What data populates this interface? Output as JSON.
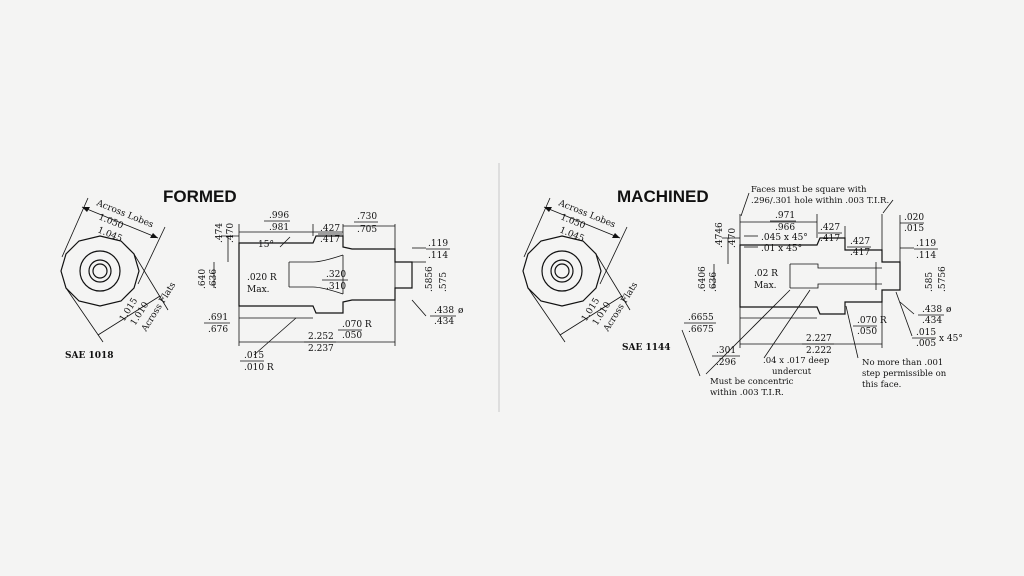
{
  "divider": true,
  "formed": {
    "heading": "FORMED",
    "material": "SAE 1018",
    "across_lobes": "Across Lobes",
    "lobes_hi": "1.050",
    "lobes_lo": "1.045",
    "across_flats": "Across Flats",
    "flats_hi": "1.015",
    "flats_lo": "1.010",
    "dims": {
      "d996": ".996",
      "d981": ".981",
      "d427": ".427",
      "d417": ".417",
      "d730": ".730",
      "d705": ".705",
      "d474": ".474",
      "d470": ".470",
      "angle": "15°",
      "d640": ".640",
      "d636": ".636",
      "r020": ".020 R",
      "max": "Max.",
      "d320": ".320",
      "d310": ".310",
      "d119": ".119",
      "d114": ".114",
      "d5856": ".5856",
      "d575": ".575",
      "d438": ".438",
      "d434": ".434",
      "dia": "ø",
      "d691": ".691",
      "d676": ".676",
      "r070": ".070 R",
      "r050": ".050",
      "d2252": "2.252",
      "d2237": "2.237",
      "r015": ".015",
      "r010": ".010 R"
    }
  },
  "machined": {
    "heading": "MACHINED",
    "material": "SAE 1144",
    "across_lobes": "Across Lobes",
    "lobes_hi": "1.050",
    "lobes_lo": "1.045",
    "across_flats": "Across Flats",
    "flats_hi": "1.015",
    "flats_lo": "1.010",
    "note_faces_1": "Faces must be square with",
    "note_faces_2": ".296/.301 hole within .003 T.I.R.",
    "dims": {
      "d971": ".971",
      "d966": ".966",
      "d427a": ".427",
      "d417a": ".417",
      "d427b": ".427",
      "d417b": ".417",
      "d020": ".020",
      "d015": ".015",
      "ch045": ".045 x 45°",
      "ch01": ".01 x 45°",
      "d4746": ".4746",
      "d470": ".470",
      "d6406": ".6406",
      "d636": ".636",
      "r02": ".02 R",
      "max": "Max.",
      "d119": ".119",
      "d114": ".114",
      "d585": ".585",
      "d5756": ".5756",
      "d438": ".438",
      "d434": ".434",
      "dia": "ø",
      "d6655": ".6655",
      "d6675": ".6675",
      "r070": ".070 R",
      "r050": ".050",
      "d2227": "2.227",
      "d2222": "2.222",
      "ch015a": ".015",
      "ch015b": ".005",
      "ch015x": "x 45°",
      "d301": ".301",
      "d296": ".296"
    },
    "note_undercut_1": ".04 x .017 deep",
    "note_undercut_2": "undercut",
    "note_concentric_1": "Must be concentric",
    "note_concentric_2": "within .003 T.I.R.",
    "note_step_1": "No more than .001",
    "note_step_2": "step permissible on",
    "note_step_3": "this face."
  }
}
